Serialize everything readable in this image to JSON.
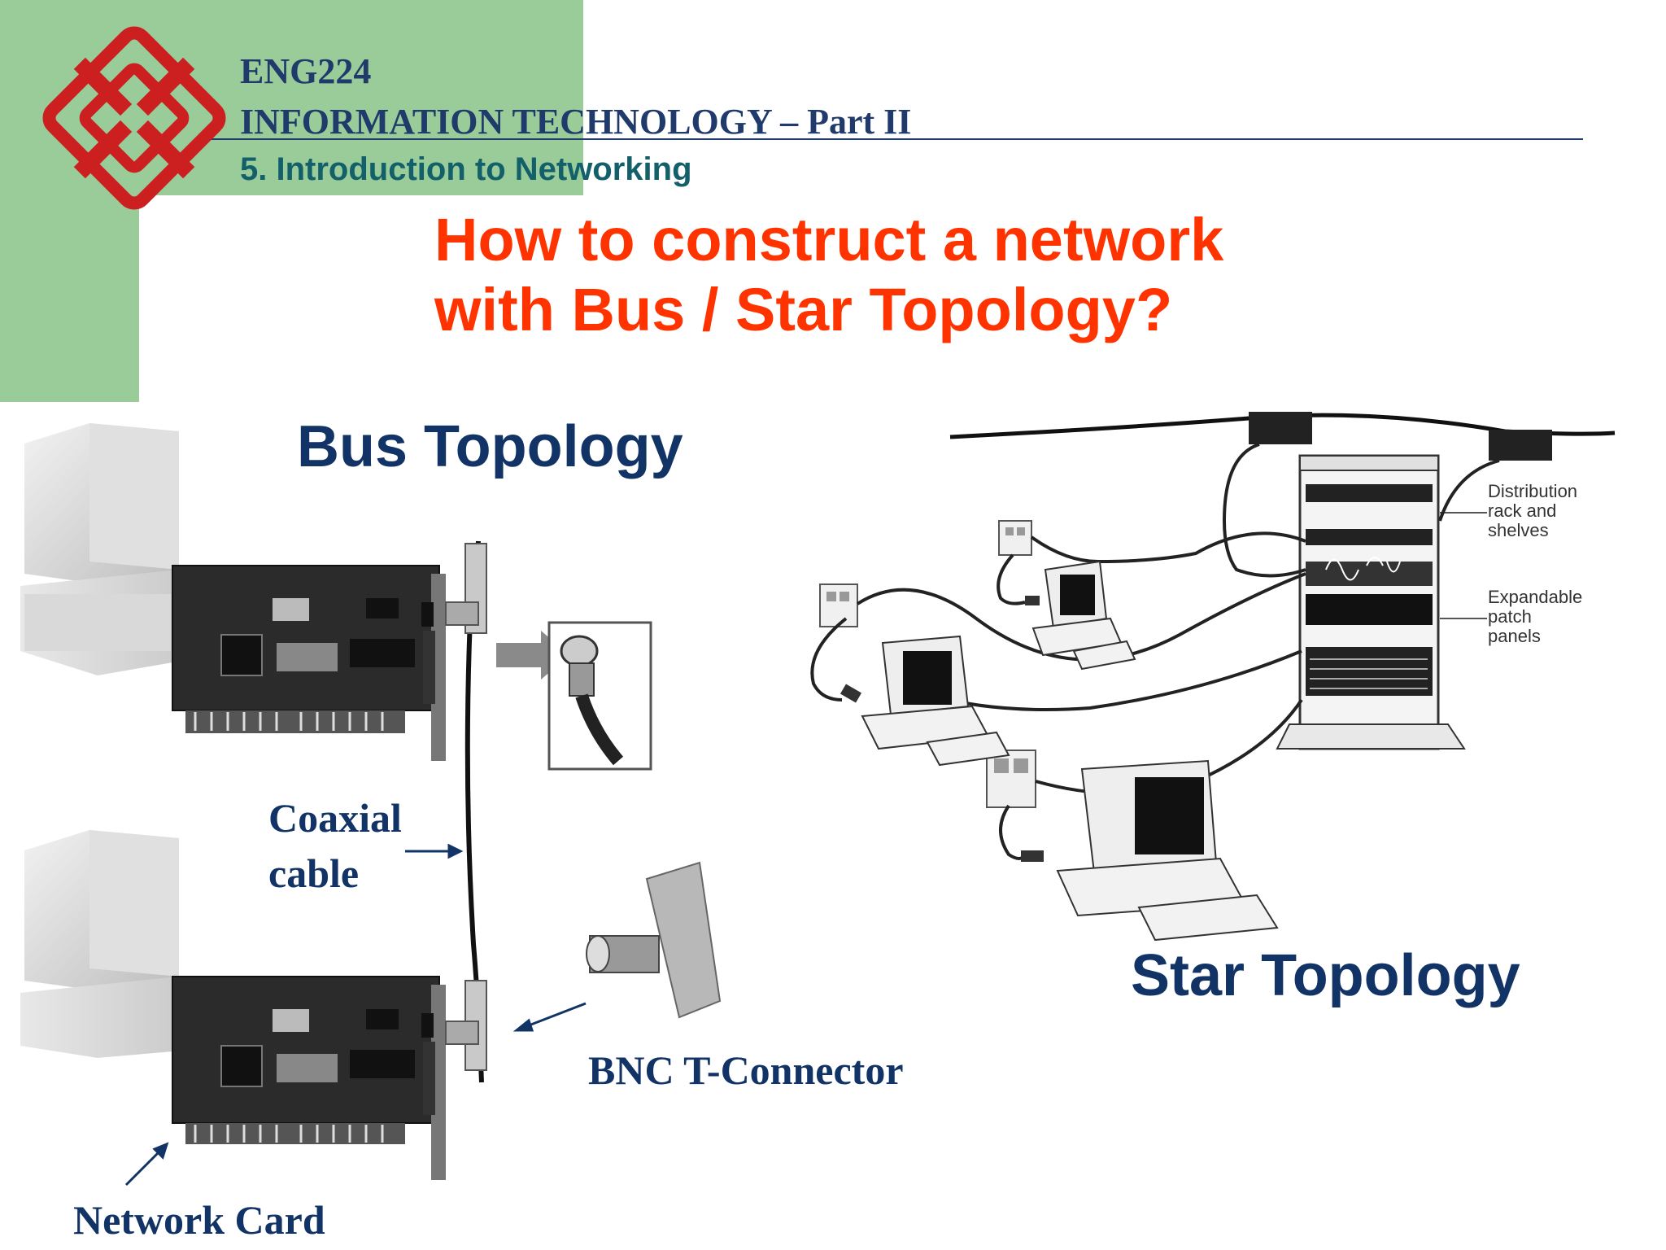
{
  "header": {
    "course_code": "ENG224",
    "course_title": "INFORMATION TECHNOLOGY – Part II",
    "chapter": "5. Introduction to Networking"
  },
  "title": {
    "line1": "How to construct a network",
    "line2": "with Bus / Star Topology?"
  },
  "bus": {
    "heading": "Bus Topology",
    "labels": {
      "coaxial_line1": "Coaxial",
      "coaxial_line2": "cable",
      "bnc": "BNC T-Connector",
      "network_card": "Network Card"
    }
  },
  "star": {
    "heading": "Star Topology",
    "callouts": {
      "distribution_1": "Distribution",
      "distribution_2": "rack and",
      "distribution_3": "shelves",
      "expandable_1": "Expandable",
      "expandable_2": "patch",
      "expandable_3": "panels"
    }
  },
  "colors": {
    "green_block": "#99cc99",
    "title_red": "#ff3300",
    "navy": "#113366",
    "logo_red": "#cc1f1f"
  }
}
